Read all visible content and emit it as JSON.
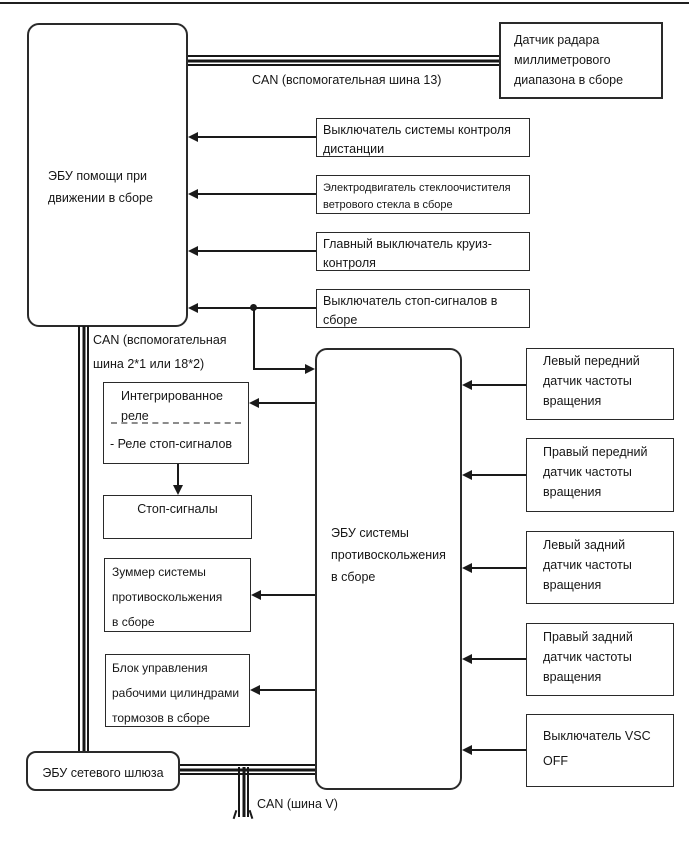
{
  "diagram_type": "can-bus-block-diagram",
  "colors": {
    "line": "#1a1a1a",
    "background": "#ffffff",
    "dashed_divider": "#8c8c8c"
  },
  "nodes": {
    "driving_assist_ecu": {
      "label": "ЭБУ помощи при\nдвижении в сборе"
    },
    "radar_sensor": {
      "label": "Датчик радара\nмиллиметрового\nдиапазона в сборе"
    },
    "distance_control_switch": {
      "label": "Выключатель системы контроля\nдистанции"
    },
    "wiper_motor": {
      "label": "Электродвигатель стеклоочистителя\nветрового стекла в сборе"
    },
    "cruise_main_switch": {
      "label": "Главный выключатель круиз-\nконтроля"
    },
    "stop_lamp_switch": {
      "label": "Выключатель стоп-сигналов в\nсборе"
    },
    "integrated_relay": {
      "title": "Интегрированное\nреле",
      "item": "- Реле стоп-сигналов"
    },
    "stop_lights": {
      "label": "Стоп-сигналы"
    },
    "skid_buzzer": {
      "label": "Зуммер системы\nпротивоскольжения\nв сборе"
    },
    "brake_cylinder_control": {
      "label": "Блок управления\nрабочими цилиндрами\nтормозов в сборе"
    },
    "skid_control_ecu": {
      "label": "ЭБУ системы\nпротивоскольжения\nв сборе"
    },
    "front_left_speed_sensor": {
      "label": "Левый передний\nдатчик частоты\nвращения"
    },
    "front_right_speed_sensor": {
      "label": "Правый передний\nдатчик частоты\nвращения"
    },
    "rear_left_speed_sensor": {
      "label": "Левый задний\nдатчик частоты\nвращения"
    },
    "rear_right_speed_sensor": {
      "label": "Правый задний\nдатчик частоты\nвращения"
    },
    "vsc_off_switch": {
      "label": "Выключатель VSC\nOFF"
    },
    "gateway_ecu": {
      "label": "ЭБУ сетевого шлюза"
    }
  },
  "bus_labels": {
    "can_sub_bus_13": "CAN (вспомогательная шина 13)",
    "can_sub_bus_2_18": "CAN (вспомогательная\nшина 2*1 или 18*2)",
    "can_bus_v": "CAN (шина V)"
  }
}
